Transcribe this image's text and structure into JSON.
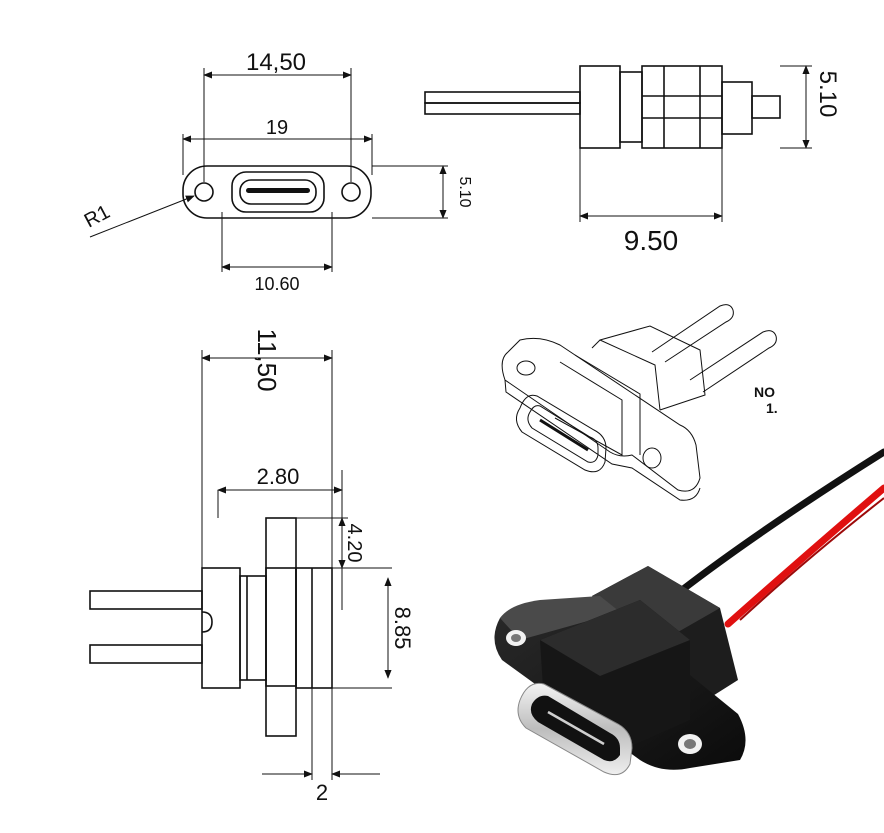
{
  "dimensions": {
    "top_outer_width": "14,50",
    "top_hole_spacing": "19",
    "top_height": "5.10",
    "radius": "R1",
    "port_width": "10.60",
    "side_height": "5.10",
    "side_length": "9.50",
    "front_total": "11,50",
    "front_flange": "2.80",
    "front_pin_offset": "4.20",
    "front_body_height": "8.85",
    "front_depth": "2"
  },
  "note": {
    "line1": "NO",
    "line2": "1."
  },
  "colors": {
    "line": "#111111",
    "body_black": "#141414",
    "wire_red": "#e01010",
    "wire_black": "#111111",
    "metal": "#d9d9d9"
  }
}
